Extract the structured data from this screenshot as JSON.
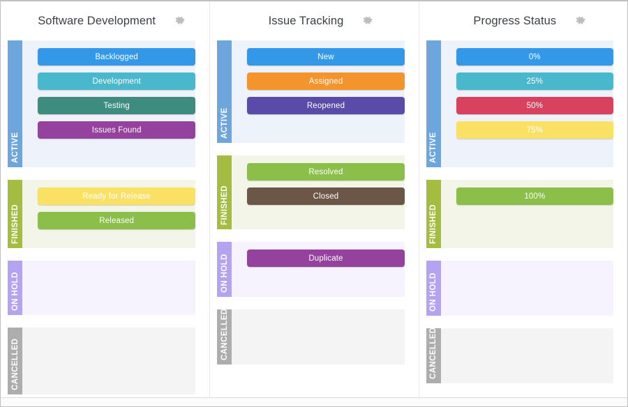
{
  "app": {
    "gear_icon": "gear-icon",
    "frame_border_color": "#bfbfbf"
  },
  "status_styles": {
    "ACTIVE": {
      "bar": "#6ca6dc",
      "bg": "#eef2fa"
    },
    "FINISHED": {
      "bar": "#a4bc3f",
      "bg": "#f3f5e8"
    },
    "ON HOLD": {
      "bar": "#b4a3f0",
      "bg": "#f7f3fe"
    },
    "CANCELLED": {
      "bar": "#adadad",
      "bg": "#f4f4f4"
    }
  },
  "columns": [
    {
      "title": "Software Development",
      "gear_label": "Settings",
      "sections": [
        {
          "label": "ACTIVE",
          "height": 182,
          "chips": [
            {
              "label": "Backlogged",
              "color": "#3498e8"
            },
            {
              "label": "Development",
              "color": "#4ab8cc"
            },
            {
              "label": "Testing",
              "color": "#3d8c7f"
            },
            {
              "label": "Issues Found",
              "color": "#95419e"
            }
          ]
        },
        {
          "label": "FINISHED",
          "height": 98,
          "chips": [
            {
              "label": "Ready for Release",
              "color": "#fae163"
            },
            {
              "label": "Released",
              "color": "#8cbe4a"
            }
          ]
        },
        {
          "label": "ON HOLD",
          "height": 78,
          "chips": []
        },
        {
          "label": "CANCELLED",
          "height": 96,
          "chips": []
        }
      ]
    },
    {
      "title": "Issue Tracking",
      "gear_label": "Settings",
      "sections": [
        {
          "label": "ACTIVE",
          "height": 147,
          "chips": [
            {
              "label": "New",
              "color": "#3498e8"
            },
            {
              "label": "Assigned",
              "color": "#f3952c"
            },
            {
              "label": "Reopened",
              "color": "#5b4ba8"
            }
          ]
        },
        {
          "label": "FINISHED",
          "height": 106,
          "chips": [
            {
              "label": "Resolved",
              "color": "#8cbe4a"
            },
            {
              "label": "Closed",
              "color": "#6b5648"
            }
          ]
        },
        {
          "label": "ON HOLD",
          "height": 79,
          "chips": [
            {
              "label": "Duplicate",
              "color": "#95419e"
            }
          ]
        },
        {
          "label": "CANCELLED",
          "height": 79,
          "chips": []
        }
      ]
    },
    {
      "title": "Progress Status",
      "gear_label": "Settings",
      "sections": [
        {
          "label": "ACTIVE",
          "height": 182,
          "chips": [
            {
              "label": "0%",
              "color": "#3498e8"
            },
            {
              "label": "25%",
              "color": "#4ab8cc"
            },
            {
              "label": "50%",
              "color": "#d9425f"
            },
            {
              "label": "75%",
              "color": "#fae163"
            }
          ]
        },
        {
          "label": "FINISHED",
          "height": 98,
          "chips": [
            {
              "label": "100%",
              "color": "#8cbe4a"
            }
          ]
        },
        {
          "label": "ON HOLD",
          "height": 79,
          "chips": []
        },
        {
          "label": "CANCELLED",
          "height": 79,
          "chips": []
        }
      ]
    }
  ]
}
